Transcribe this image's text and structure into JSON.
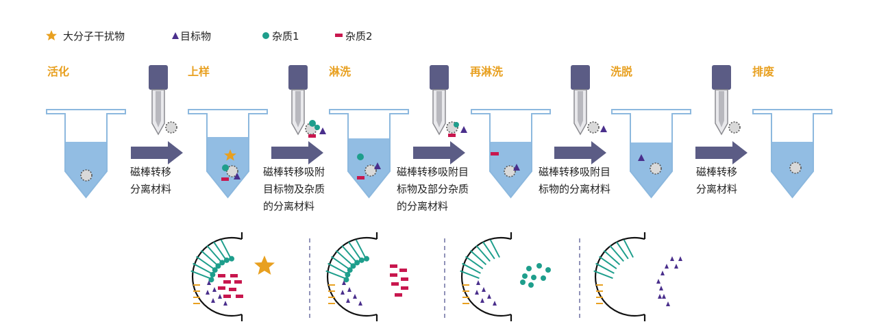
{
  "legend": {
    "items": [
      {
        "label": "大分子干扰物",
        "icon": "star-icon"
      },
      {
        "label": "目标物",
        "icon": "triangle-icon"
      },
      {
        "label": "杂质1",
        "icon": "circle-icon"
      },
      {
        "label": "杂质2",
        "icon": "dash-icon"
      }
    ]
  },
  "steps": [
    {
      "title": "活化"
    },
    {
      "title": "上样"
    },
    {
      "title": "淋洗"
    },
    {
      "title": "再淋洗"
    },
    {
      "title": "洗脱"
    },
    {
      "title": "排废"
    }
  ],
  "arrows": [
    {
      "lines": [
        "磁棒转移",
        "分离材料"
      ]
    },
    {
      "lines": [
        "磁棒转移吸附",
        "目标物及杂质",
        "的分离材料"
      ]
    },
    {
      "lines": [
        "磁棒转移吸附目",
        "标物及部分杂质",
        "的分离材料"
      ]
    },
    {
      "lines": [
        "磁棒转移吸附目",
        "标物的分离材料"
      ]
    },
    {
      "lines": [
        "磁棒转移",
        "分离材料"
      ]
    }
  ],
  "colors": {
    "accent": "#E8A020",
    "star": "#E8A020",
    "target": "#4A2F8C",
    "impurity1": "#1E9E8C",
    "impurity2": "#C8174E",
    "liquid": "#7FB1DE",
    "tube_outline": "#8CB8DE",
    "rod": "#5B5C85",
    "arrow": "#5B5C85"
  }
}
